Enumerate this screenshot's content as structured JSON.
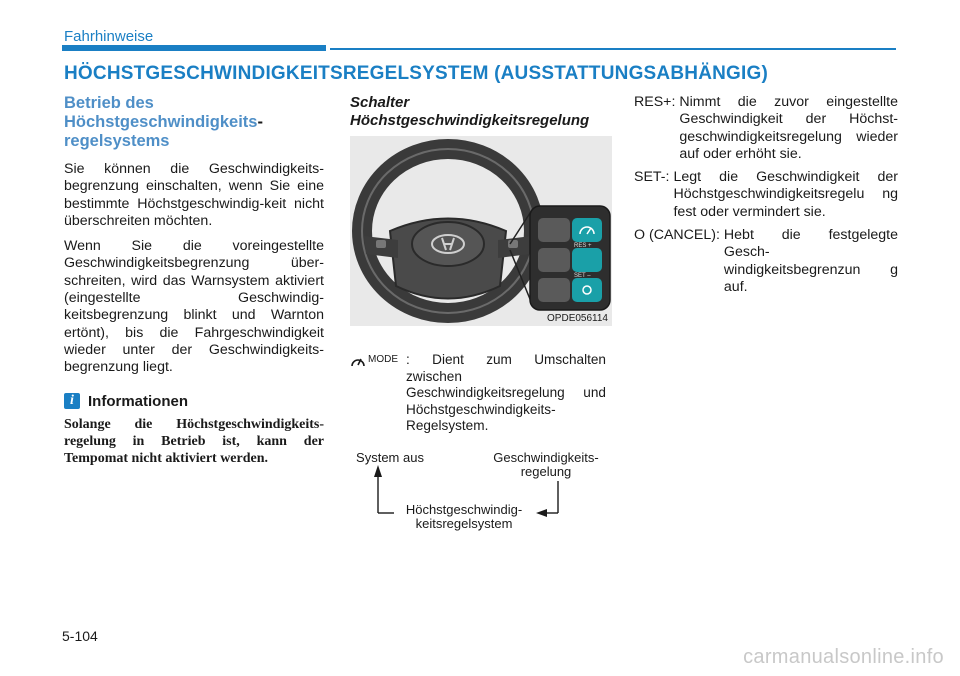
{
  "header": {
    "section": "Fahrhinweise"
  },
  "title": "HÖCHSTGESCHWINDIGKEITSREGELSYSTEM (AUSSTATTUNGSABHÄNGIG)",
  "col1": {
    "heading_a": "Betrieb des",
    "heading_b": "Höchstgeschwindigkeits",
    "heading_dash": "-",
    "heading_c": "regelsystems",
    "para1": "Sie können die Geschwindigkeits-begrenzung einschalten, wenn Sie eine bestimmte Höchstgeschwindig-keit nicht überschreiten möchten.",
    "para2": "Wenn Sie die voreingestellte Geschwindigkeitsbegrenzung über-schreiten, wird das Warnsystem aktiviert (eingestellte Geschwindig-keitsbegrenzung blinkt und Warnton ertönt), bis die Fahrgeschwindigkeit wieder unter der Geschwindigkeits-begrenzung liegt.",
    "info_icon": "i",
    "info_title": "Informationen",
    "info_text": "Solange die Höchstgeschwindigkeits-regelung in Betrieb ist, kann der Tempomat nicht aktiviert werden."
  },
  "col2": {
    "heading_a": "Schalter",
    "heading_b": "Höchstgeschwindigkeitsregelung",
    "figure_caption": "OPDE056114",
    "btn_res": "RES +",
    "btn_set": "SET –",
    "mode_label": "MODE",
    "mode_text": ": Dient zum Umschalten zwischen Geschwindigkeitsregelung und Höchstgeschwindigkeits-Regelsystem.",
    "diagram": {
      "left": "System aus",
      "right_a": "Geschwindigkeits-",
      "right_b": "regelung",
      "bottom_a": "Höchstgeschwindig-",
      "bottom_b": "keitsregelsystem"
    }
  },
  "col3": {
    "items": [
      {
        "term": "RES+:",
        "desc": "Nimmt die zuvor eingestellte Geschwindigkeit der Höchst-geschwindigkeitsregelung wieder auf oder erhöht sie."
      },
      {
        "term": "SET-:",
        "desc": "Legt die Geschwindigkeit der Höchstgeschwindigkeitsregelu ng fest oder vermindert sie."
      },
      {
        "term": "O (CANCEL):",
        "desc": "Hebt die festgelegte Gesch-windigkeitsbegrenzun g auf."
      }
    ]
  },
  "footer": {
    "page": "5-104",
    "watermark": "carmanualsonline.info"
  },
  "colors": {
    "accent": "#1a7fc4",
    "subhead": "#4f8fc7",
    "button_teal": "#1aa0a8"
  }
}
